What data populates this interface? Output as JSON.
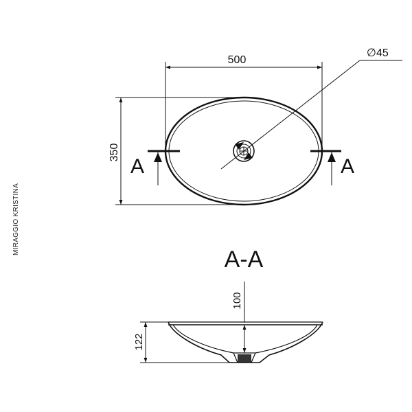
{
  "product": {
    "model_name": "MIRAGGIO KRISTINA"
  },
  "plan_view": {
    "width_dim": "500",
    "depth_dim": "350",
    "drain_dim": "∅45",
    "section_marker_left": "A",
    "section_marker_right": "A"
  },
  "section_view": {
    "title": "A-A",
    "inner_depth_dim": "100",
    "total_height_dim": "122"
  },
  "colors": {
    "ink": "#111111",
    "background": "#ffffff"
  }
}
